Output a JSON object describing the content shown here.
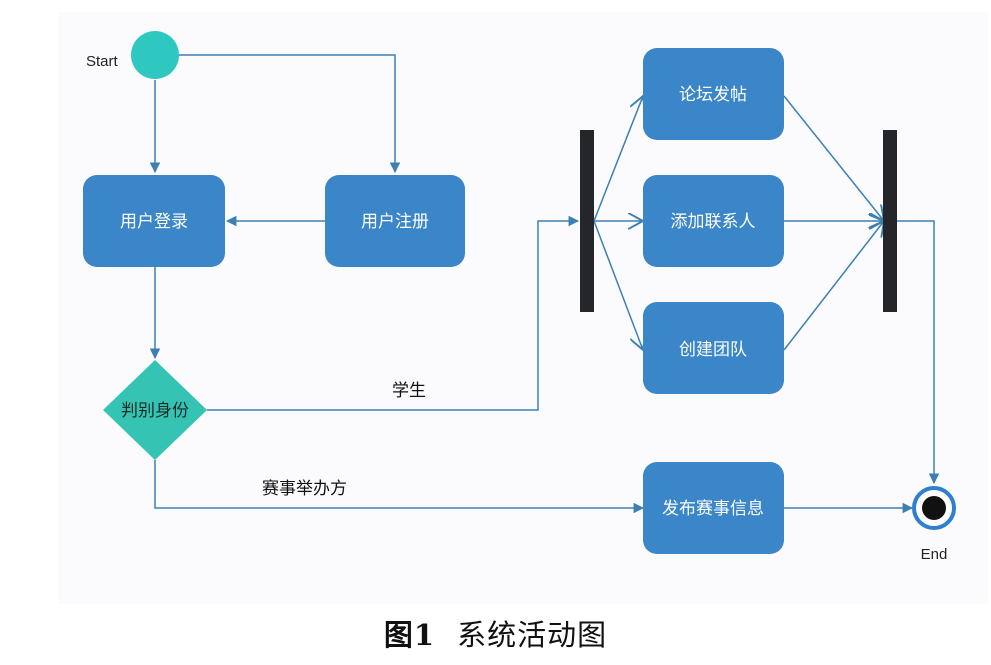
{
  "diagram": {
    "start_label": "Start",
    "end_label": "End",
    "nodes": {
      "login": "用户登录",
      "register": "用户注册",
      "decision": "判别身份",
      "forum": "论坛发帖",
      "contacts": "添加联系人",
      "team": "创建团队",
      "publish": "发布赛事信息"
    },
    "edges": {
      "student": "学生",
      "organizer": "赛事举办方"
    },
    "colors": {
      "node_fill": "#3a86c8",
      "decision_fill": "#35c4b4",
      "start_fill": "#2ec8c0",
      "bar_fill": "#24262a",
      "edge_stroke": "#3c7fb3",
      "end_ring": "#2f7fd0"
    }
  },
  "caption": {
    "figure": "图1",
    "title": "系统活动图"
  }
}
